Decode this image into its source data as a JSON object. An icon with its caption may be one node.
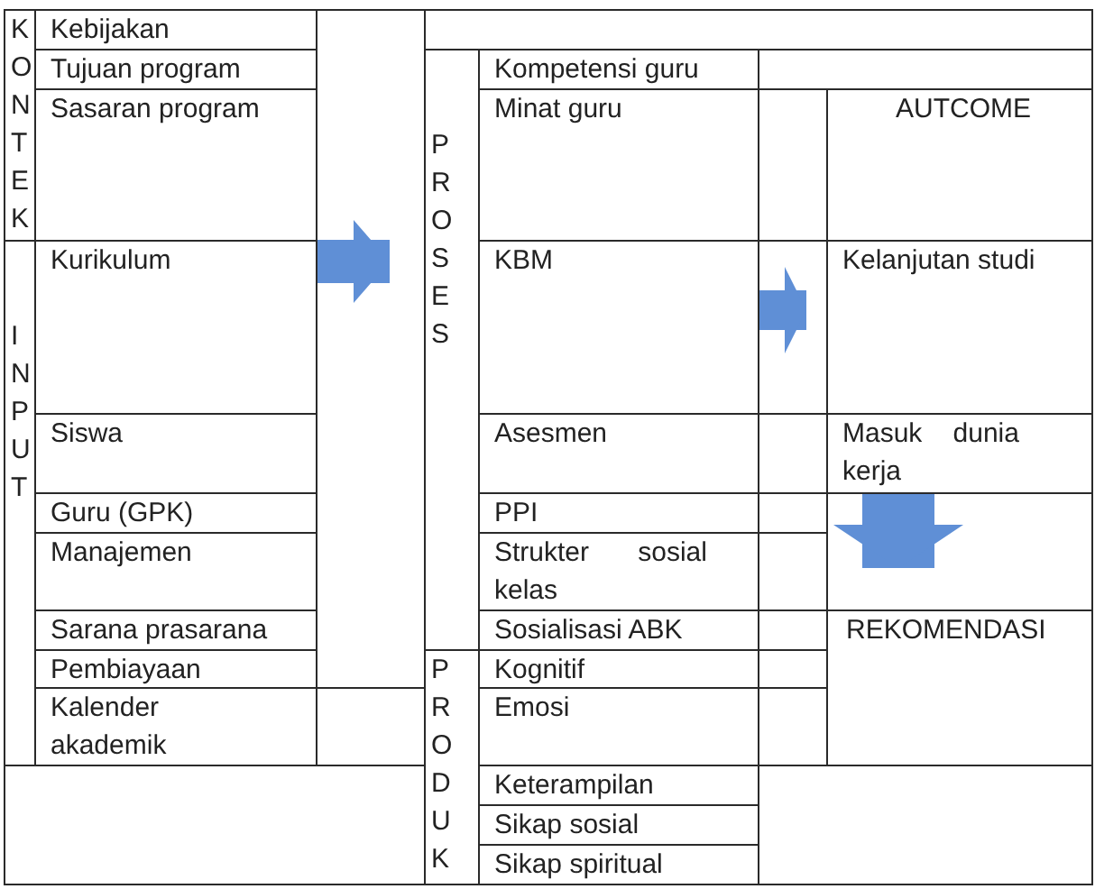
{
  "diagram": {
    "nodes": [
      {
        "text": [
          "KONTEK"
        ]
      },
      {
        "text": [
          "Kebijakan"
        ]
      },
      {
        "text": [
          "Tujuan program"
        ]
      },
      {
        "text": [
          "Sasaran program"
        ]
      },
      {
        "text": [
          "INPUT"
        ]
      },
      {
        "text": [
          "Kurikulum"
        ]
      },
      {
        "text": [
          "Siswa"
        ]
      },
      {
        "text": [
          "Guru (GPK)"
        ]
      },
      {
        "text": [
          "Manajemen"
        ]
      },
      {
        "text": [
          "Sarana prasarana"
        ]
      },
      {
        "text": [
          "Pembiayaan"
        ]
      },
      {
        "text": [
          "Kalender akademik"
        ]
      },
      {
        "text": [
          "PROSES"
        ]
      },
      {
        "text": [
          "Kompetensi guru"
        ]
      },
      {
        "text": [
          "Minat guru"
        ]
      },
      {
        "text": [
          "AUTCOME"
        ]
      },
      {
        "text": [
          "KBM"
        ]
      },
      {
        "text": [
          "Kelanjutan studi"
        ]
      },
      {
        "text": [
          "Asesmen"
        ]
      },
      {
        "text": [
          "Masuk dunia kerja"
        ]
      },
      {
        "text": [
          "PPI"
        ]
      },
      {
        "text": [
          "Strukter sosial kelas"
        ]
      },
      {
        "text": [
          "Sosialisasi ABK"
        ]
      },
      {
        "text": [
          "REKOMENDASI"
        ]
      },
      {
        "text": [
          "PRODUK"
        ]
      },
      {
        "text": [
          "Kognitif"
        ]
      },
      {
        "text": [
          "Emosi"
        ]
      },
      {
        "text": [
          "Keterampilan"
        ]
      },
      {
        "text": [
          "Sikap sosial"
        ]
      },
      {
        "text": [
          "Sikap spiritual"
        ]
      }
    ],
    "edges": [
      {
        "from": 5,
        "to": 12,
        "arrow": "to"
      },
      {
        "from": 16,
        "to": 17,
        "arrow": "to"
      },
      {
        "from": 19,
        "to": 23,
        "arrow": "to"
      }
    ]
  }
}
